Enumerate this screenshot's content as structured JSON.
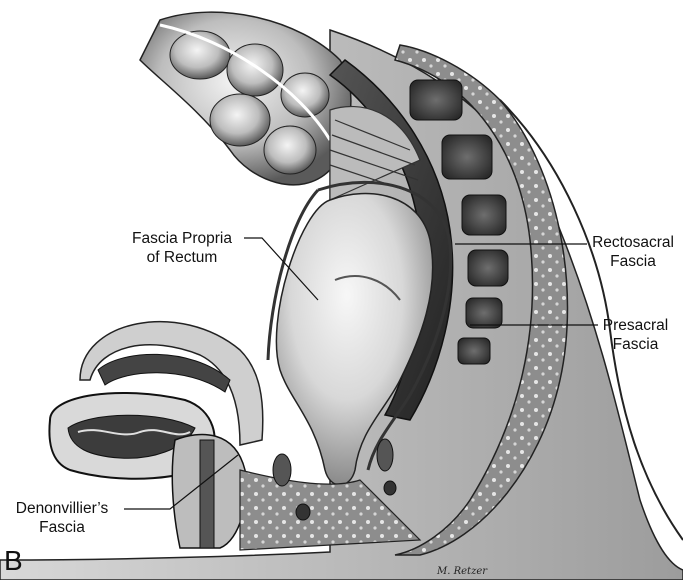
{
  "labels": {
    "fascia_propria": [
      "Fascia Propria",
      "of Rectum"
    ],
    "rectosacral": [
      "Rectosacral",
      "Fascia"
    ],
    "presacral": [
      "Presacral",
      "Fascia"
    ],
    "denonvillier": [
      "Denonvillier’s",
      "Fascia"
    ]
  },
  "panel_letter": "B",
  "signature": "M. Retzer"
}
